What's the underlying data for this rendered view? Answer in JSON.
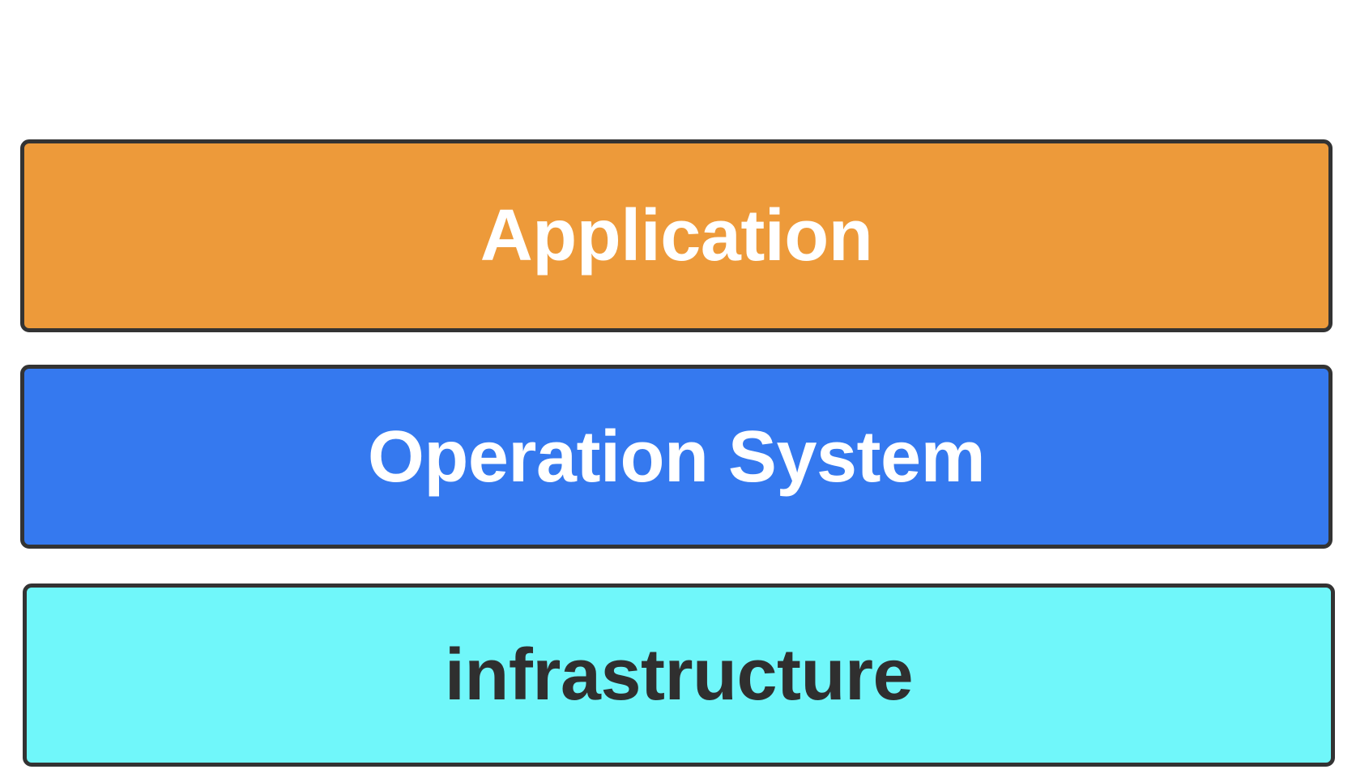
{
  "diagram": {
    "type": "layered-stack",
    "background_color": "#FFFFFF",
    "border_color": "#333333",
    "layers": [
      {
        "id": "application",
        "label": "Application",
        "fill_color": "#ED9A3A",
        "text_color": "#FFFFFF",
        "order": 1
      },
      {
        "id": "operation-system",
        "label": "Operation System",
        "fill_color": "#3579EF",
        "text_color": "#FFFFFF",
        "order": 2
      },
      {
        "id": "infrastructure",
        "label": "infrastructure",
        "fill_color": "#70F7FA",
        "text_color": "#2F2F2F",
        "order": 3
      }
    ]
  }
}
